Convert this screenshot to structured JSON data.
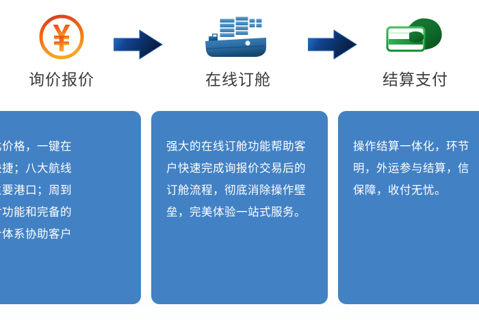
{
  "steps": [
    {
      "icon": "yen-coin-icon",
      "label": "询价报价",
      "description": "位、比价格，一键在\n方便快捷；八大航线\n世界主要港口；周到\n格比对功能和完备的\n商评价体系协助客户\n选择。"
    },
    {
      "icon": "container-ship-icon",
      "label": "在线订舱",
      "description": "强大的在线订舱功能帮助客户快速完成询报价交易后的订舱流程，彻底消除操作壁垒，完美体验一站式服务。"
    },
    {
      "icon": "hand-credit-card-icon",
      "label": "结算支付",
      "description": "操作结算一体化，环节\n明，外运参与结算，信\n保障，收付无忧。"
    }
  ],
  "arrows": [
    {
      "name": "arrow-step-1-to-2",
      "direction": "right"
    },
    {
      "name": "arrow-step-2-to-3",
      "direction": "right"
    }
  ],
  "colors": {
    "panel_blue": "#4281c4",
    "arrow_navy": "#0d2d6b",
    "arrow_blue": "#1f66bd",
    "coin_orange": "#f07818",
    "coin_red": "#d9381e",
    "ship_blue": "#2f6fa8",
    "card_green": "#1f9d3a",
    "hand_green": "#0f6b2a",
    "label_gray": "#3a3a3a",
    "panel_text": "#ffffff"
  }
}
